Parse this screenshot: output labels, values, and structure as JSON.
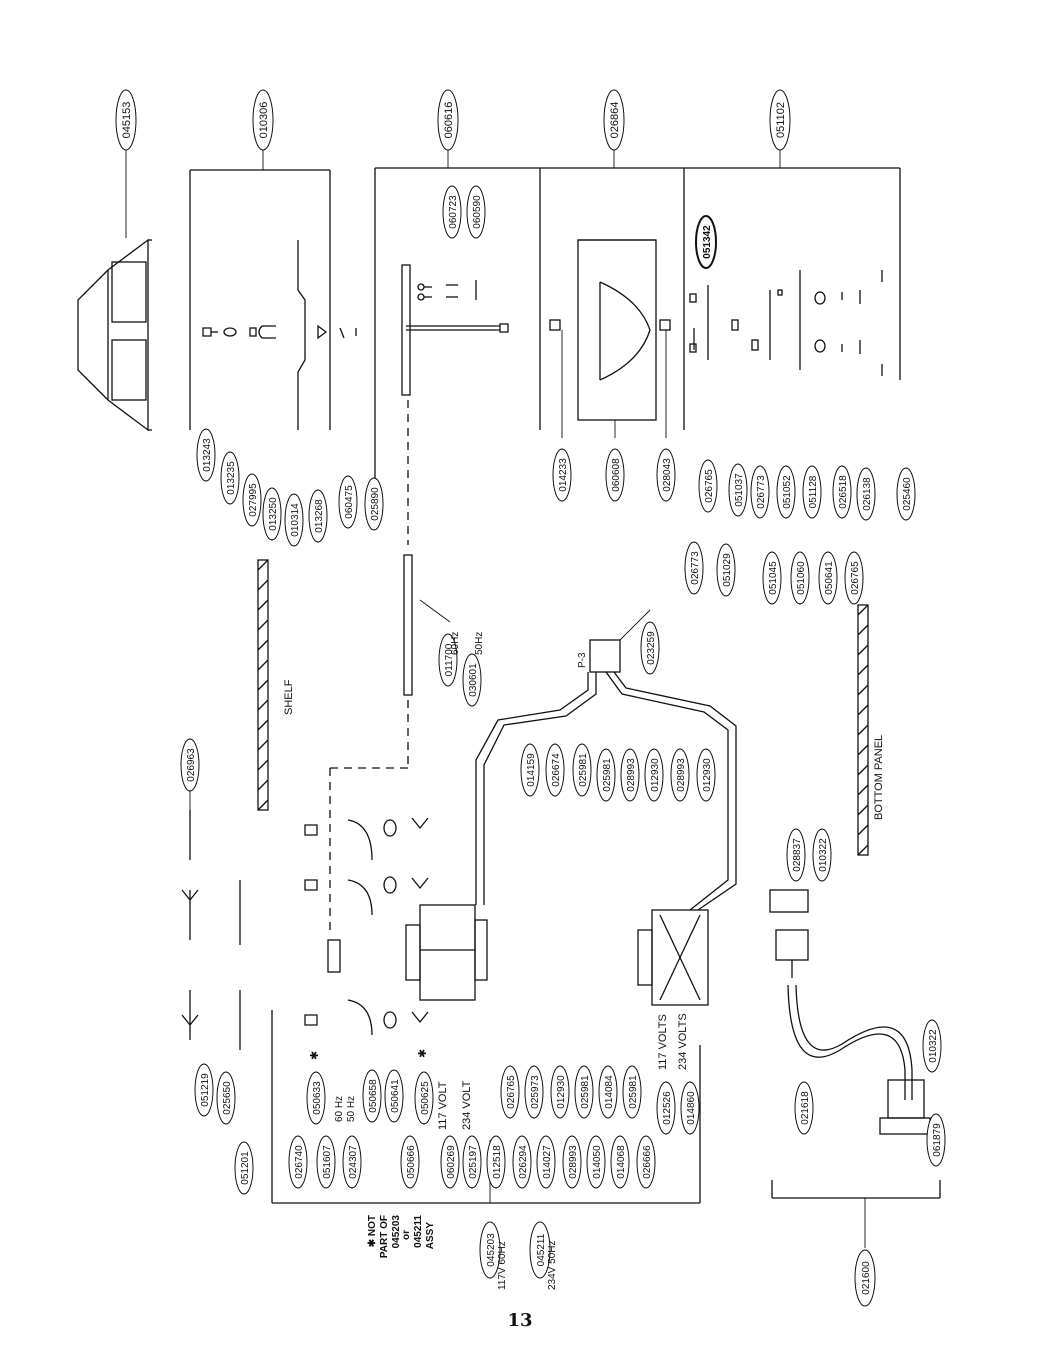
{
  "page_number": "13",
  "callouts": {
    "c045153": "045153",
    "c010306": "010306",
    "c060616": "060616",
    "c026864": "026864",
    "c051102": "051102",
    "c060723": "060723",
    "c060590": "060590",
    "c051342": "051342",
    "c013243": "013243",
    "c013235": "013235",
    "c027995": "027995",
    "c013250": "013250",
    "c010314": "010314",
    "c013268": "013268",
    "c060475": "060475",
    "c025890": "025890",
    "c014233": "014233",
    "c060608": "060608",
    "c028043": "028043",
    "c026773a": "026773",
    "c026765a": "026765",
    "c051029": "051029",
    "c051037": "051037",
    "c026773b": "026773",
    "c051045": "051045",
    "c051052": "051052",
    "c051060": "051060",
    "c051128": "051128",
    "c050641a": "050641",
    "c026518": "026518",
    "c026765b": "026765",
    "c026138": "026138",
    "c025460": "025460",
    "c011700": "011700",
    "c030601": "030601",
    "c023259": "023259",
    "c026963": "026963",
    "c014159": "014159",
    "c026674": "026674",
    "c025981a": "025981",
    "c025981b": "025981",
    "c028993a": "028993",
    "c012930a": "012930",
    "c028993b": "028993",
    "c012930b": "012930",
    "c028837": "028837",
    "c010322a": "010322",
    "c051219": "051219",
    "c025650": "025650",
    "c051201": "051201",
    "c026740": "026740",
    "c050633": "050633",
    "c051607": "051607",
    "c024307": "024307",
    "c050658": "050658",
    "c050641b": "050641",
    "c050666": "050666",
    "c050625": "050625",
    "c060269": "060269",
    "c025197": "025197",
    "c012518": "012518",
    "c026765c": "026765",
    "c026294": "026294",
    "c025973": "025973",
    "c014027": "014027",
    "c012930c": "012930",
    "c028993c": "028993",
    "c025981c": "025981",
    "c014050": "014050",
    "c014084": "014084",
    "c014068": "014068",
    "c025981d": "025981",
    "c026666": "026666",
    "c012526": "012526",
    "c014860": "014860",
    "c021618": "021618",
    "c061879": "061879",
    "c010322b": "010322",
    "c045203": "045203",
    "c045211": "045211",
    "c021600": "021600"
  },
  "annotations": {
    "hz60": "60Hz",
    "hz50": "50Hz",
    "hz60_small": "60 Hz",
    "hz50_small": "50 Hz",
    "volt117": "117 VOLT",
    "volt234": "234 VOLT",
    "volts117": "117 VOLTS",
    "volts234": "234 VOLTS",
    "plug_p3": "P-3",
    "shelf": "SHELF",
    "bottom_panel": "BOTTOM   PANEL",
    "asterisk": "✱",
    "assy_117": "117V 60Hz",
    "assy_234": "234V 50Hz",
    "note_line1": "✱ NOT",
    "note_line2": "PART OF",
    "note_line3": "045203",
    "note_line4": "or",
    "note_line5": "045211",
    "note_line6": "ASSY"
  }
}
